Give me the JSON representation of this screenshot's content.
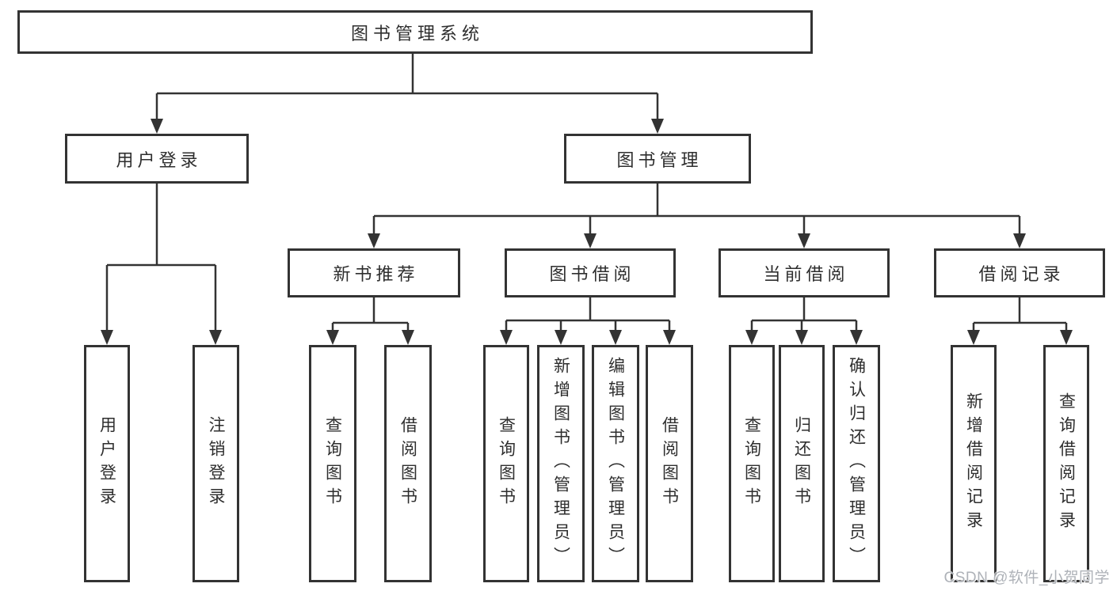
{
  "diagram": {
    "root": {
      "label": "图书管理系统"
    },
    "branches": [
      {
        "label": "用户登录",
        "children": [
          {
            "label": "用户登录"
          },
          {
            "label": "注销登录"
          }
        ]
      },
      {
        "label": "图书管理",
        "sections": [
          {
            "label": "新书推荐",
            "children": [
              {
                "label": "查询图书"
              },
              {
                "label": "借阅图书"
              }
            ]
          },
          {
            "label": "图书借阅",
            "children": [
              {
                "label": "查询图书"
              },
              {
                "label": "新增图书（管理员）"
              },
              {
                "label": "编辑图书（管理员）"
              },
              {
                "label": "借阅图书"
              }
            ]
          },
          {
            "label": "当前借阅",
            "children": [
              {
                "label": "查询图书"
              },
              {
                "label": "归还图书"
              },
              {
                "label": "确认归还（管理员）"
              }
            ]
          },
          {
            "label": "借阅记录",
            "children": [
              {
                "label": "新增借阅记录"
              },
              {
                "label": "查询借阅记录"
              }
            ]
          }
        ]
      }
    ],
    "colors": {
      "line": "#333333",
      "box_border": "#333333",
      "box_fill": "#ffffff",
      "text": "#2e2e2e",
      "watermark": "#aeb2b8"
    }
  },
  "watermark": {
    "text": "CSDN @软件_小贺同学"
  }
}
